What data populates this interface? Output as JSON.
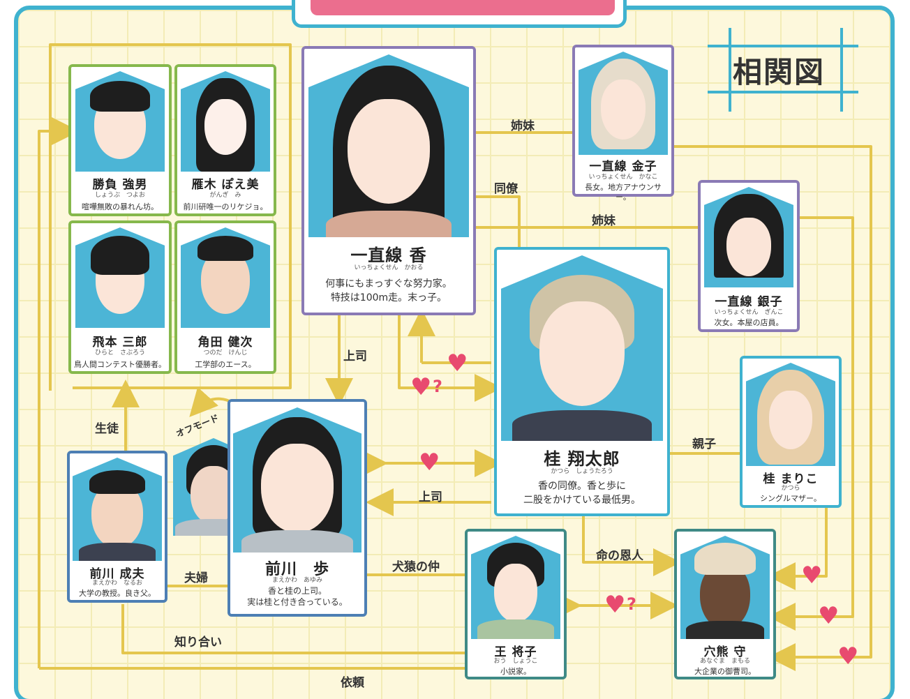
{
  "heading": "相関図",
  "offmode": "オフモード",
  "heart": "♥",
  "question": "?",
  "characters": [
    {
      "name": "勝負 強男",
      "reading": "しょうぶ　つよお",
      "desc": "喧嘩無敗の暴れん坊。"
    },
    {
      "name": "雁木 ぽえ美",
      "reading": "がんぎ　み",
      "desc": "前川研唯一のリケジョ。"
    },
    {
      "name": "飛本 三郎",
      "reading": "ひらと　さぶろう",
      "desc": "鳥人間コンテスト優勝者。"
    },
    {
      "name": "角田 健次",
      "reading": "つのだ　けんじ",
      "desc": "工学部のエース。"
    },
    {
      "name": "一直線 香",
      "reading": "いっちょくせん　かおる",
      "desc": "何事にもまっすぐな努力家。",
      "desc2": "特技は100m走。末っ子。"
    },
    {
      "name": "一直線 金子",
      "reading": "いっちょくせん　かなこ",
      "desc": "長女。地方アナウンサー。"
    },
    {
      "name": "一直線 銀子",
      "reading": "いっちょくせん　ぎんこ",
      "desc": "次女。本屋の店員。"
    },
    {
      "name": "桂 翔太郎",
      "reading": "かつら　しょうたろう",
      "desc": "香の同僚。香と歩に",
      "desc2": "二股をかけている最低男。"
    },
    {
      "name": "桂 まりこ",
      "reading": "かつら",
      "desc": "シングルマザー。"
    },
    {
      "name": "前川　歩",
      "reading": "まえかわ　あゆみ",
      "desc": "香と桂の上司。",
      "desc2": "実は桂と付き合っている。"
    },
    {
      "name": "前川 成夫",
      "reading": "まえかわ　なるお",
      "desc": "大学の教授。良き父。"
    },
    {
      "name": "王 将子",
      "reading": "おう　しょうこ",
      "desc": "小説家。"
    },
    {
      "name": "穴熊 守",
      "reading": "あなぐま　まもる",
      "desc": "大企業の御曹司。"
    }
  ],
  "relations": [
    "姉妹",
    "同僚",
    "姉妹",
    "上司",
    "生徒",
    "親子",
    "上司",
    "命の恩人",
    "犬猿の仲",
    "夫婦",
    "知り合い",
    "依頼"
  ]
}
